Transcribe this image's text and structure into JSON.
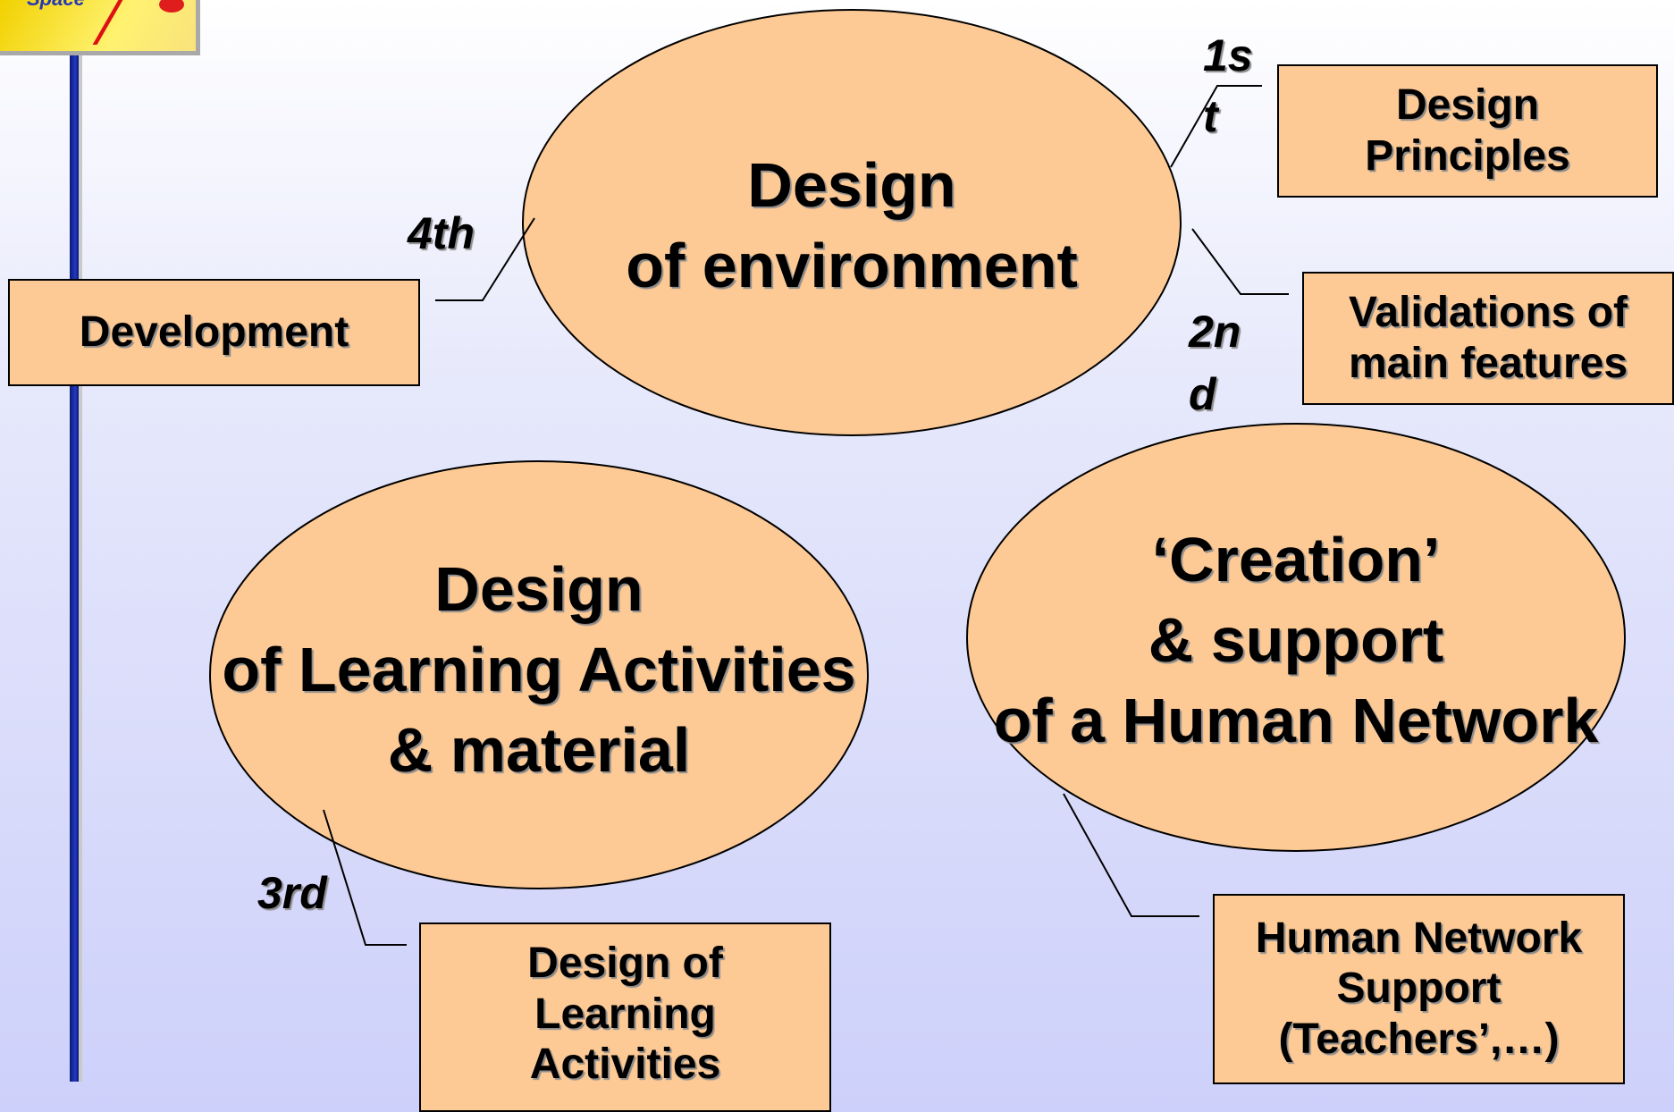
{
  "logo": {
    "text": "Space"
  },
  "nodes": {
    "environment": {
      "lines": [
        "Design",
        "of environment"
      ]
    },
    "learning": {
      "lines": [
        "Design",
        "of Learning Activities",
        "& material"
      ]
    },
    "network": {
      "lines": [
        "‘Creation’",
        "& support",
        "of a Human Network"
      ]
    }
  },
  "boxes": {
    "principles": {
      "lines": [
        "Design",
        "Principles"
      ]
    },
    "validations": {
      "lines": [
        "Validations of",
        "main features"
      ]
    },
    "development": {
      "lines": [
        "Development"
      ]
    },
    "learning_activities": {
      "lines": [
        "Design of",
        "Learning",
        "Activities"
      ]
    },
    "network_support": {
      "lines": [
        "Human Network",
        "Support",
        "(Teachers’,…)"
      ]
    }
  },
  "ordinals": {
    "first": [
      "1s",
      "t"
    ],
    "second": [
      "2n",
      "d"
    ],
    "third": [
      "3rd"
    ],
    "fourth": [
      "4th"
    ]
  },
  "colors": {
    "fill": "#fdca96",
    "stroke": "#000000",
    "bar": "#1a2db0"
  }
}
